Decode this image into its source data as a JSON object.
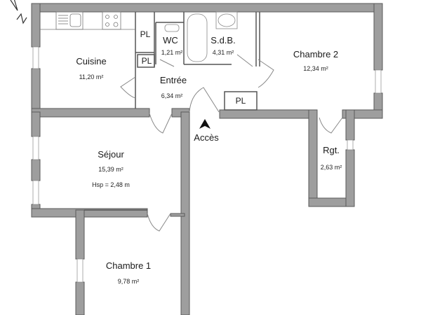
{
  "plan": {
    "compass": {
      "label": "N"
    },
    "access": {
      "label": "Accès"
    },
    "rooms": [
      {
        "id": "cuisine",
        "name": "Cuisine",
        "area": "11,20 m²"
      },
      {
        "id": "wc",
        "name": "WC",
        "area": "1,21 m²"
      },
      {
        "id": "sdb",
        "name": "S.d.B.",
        "area": "4,31 m²"
      },
      {
        "id": "chambre2",
        "name": "Chambre 2",
        "area": "12,34 m²"
      },
      {
        "id": "entree",
        "name": "Entrée",
        "area": "6,34 m²"
      },
      {
        "id": "sejour",
        "name": "Séjour",
        "area": "15,39 m²",
        "height": "Hsp = 2,48 m"
      },
      {
        "id": "rgt",
        "name": "Rgt.",
        "area": "2,63 m²"
      },
      {
        "id": "chambre1",
        "name": "Chambre 1",
        "area": "9,78 m²"
      }
    ],
    "closets": [
      {
        "id": "pl-1",
        "label": "PL"
      },
      {
        "id": "pl-2",
        "label": "PL"
      },
      {
        "id": "pl-3",
        "label": "PL"
      }
    ],
    "colors": {
      "wall": "#9e9e9e",
      "wall_edge": "#5a5a5a",
      "fixture": "#888888"
    }
  }
}
